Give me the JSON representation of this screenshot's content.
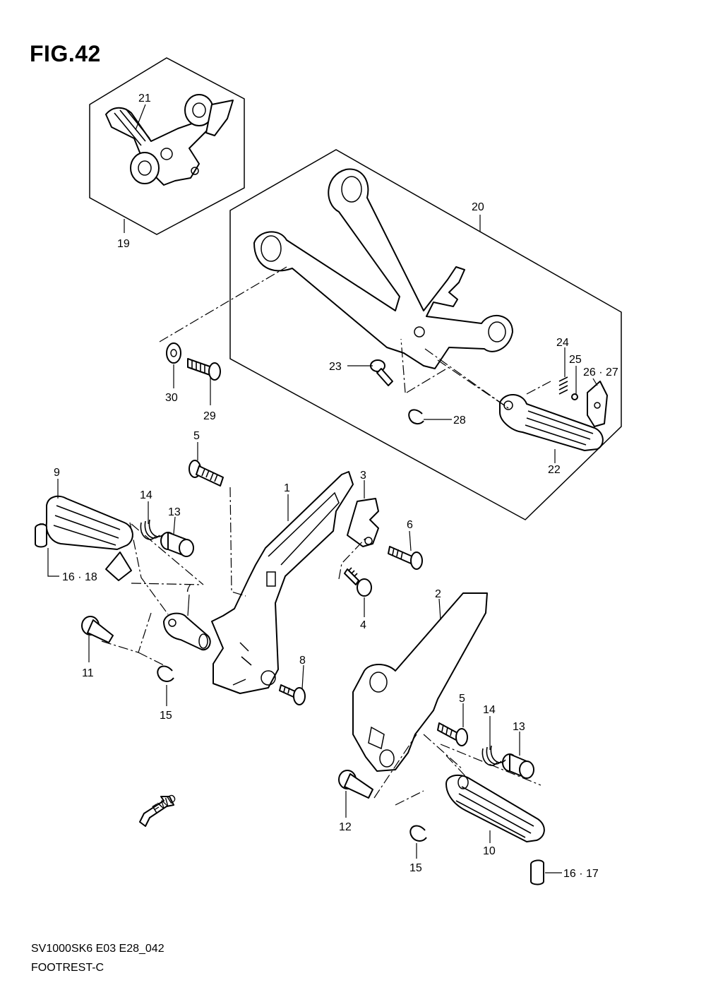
{
  "figure": {
    "title": "FIG.42",
    "model_code": "SV1000SK6 E03 E28_042",
    "name": "FOOTREST-C"
  },
  "callouts": {
    "c1": "1",
    "c2": "2",
    "c3": "3",
    "c4": "4",
    "c5a": "5",
    "c5b": "5",
    "c6": "6",
    "c7": "7",
    "c8": "8",
    "c9": "9",
    "c10": "10",
    "c11": "11",
    "c12": "12",
    "c13a": "13",
    "c13b": "13",
    "c14a": "14",
    "c14b": "14",
    "c15a": "15",
    "c15b": "15",
    "c16_17": "16 · 17",
    "c16_18": "16 · 18",
    "c19": "19",
    "c20": "20",
    "c21": "21",
    "c22": "22",
    "c23": "23",
    "c24": "24",
    "c25": "25",
    "c26_27": "26 · 27",
    "c28": "28",
    "c29": "29",
    "c30": "30"
  },
  "fwd_label": "FWD"
}
